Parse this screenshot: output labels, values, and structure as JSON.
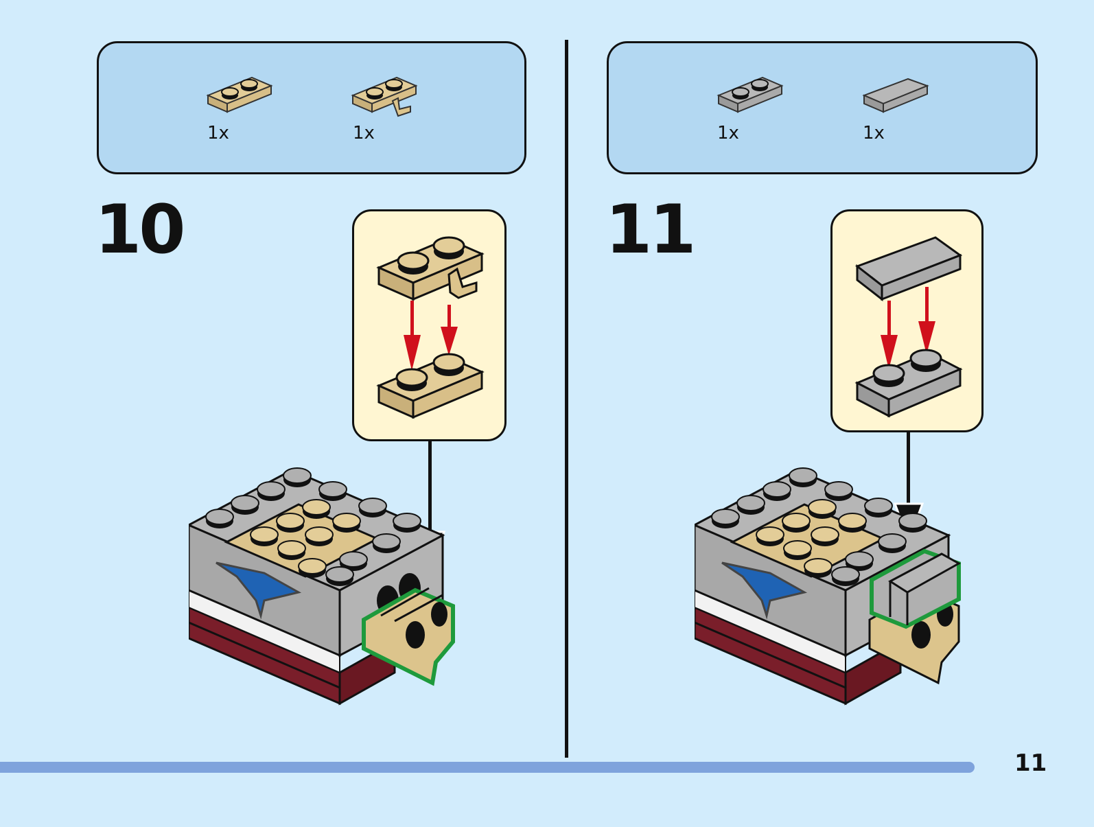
{
  "page": {
    "page_number": "11",
    "background_color": "#d2ecfc",
    "footer_bar_color": "#7fa3dc"
  },
  "steps": [
    {
      "number": "10",
      "parts": [
        {
          "name": "tan 1x2 plate",
          "quantity": "1x",
          "color": "#dcc48c"
        },
        {
          "name": "tan 1x2 plate with clip",
          "quantity": "1x",
          "color": "#dcc48c"
        }
      ],
      "callout": {
        "description": "tan clip plate attaches onto tan 1x2 plate",
        "arrow_color": "#d0101c"
      },
      "highlight_color": "#1e9a3c"
    },
    {
      "number": "11",
      "parts": [
        {
          "name": "gray 1x2 plate",
          "quantity": "1x",
          "color": "#a8a8a8"
        },
        {
          "name": "gray 1x2 tile",
          "quantity": "1x",
          "color": "#a8a8a8"
        }
      ],
      "callout": {
        "description": "gray tile attaches onto gray 1x2 plate",
        "arrow_color": "#d0101c"
      },
      "highlight_color": "#1e9a3c"
    }
  ]
}
